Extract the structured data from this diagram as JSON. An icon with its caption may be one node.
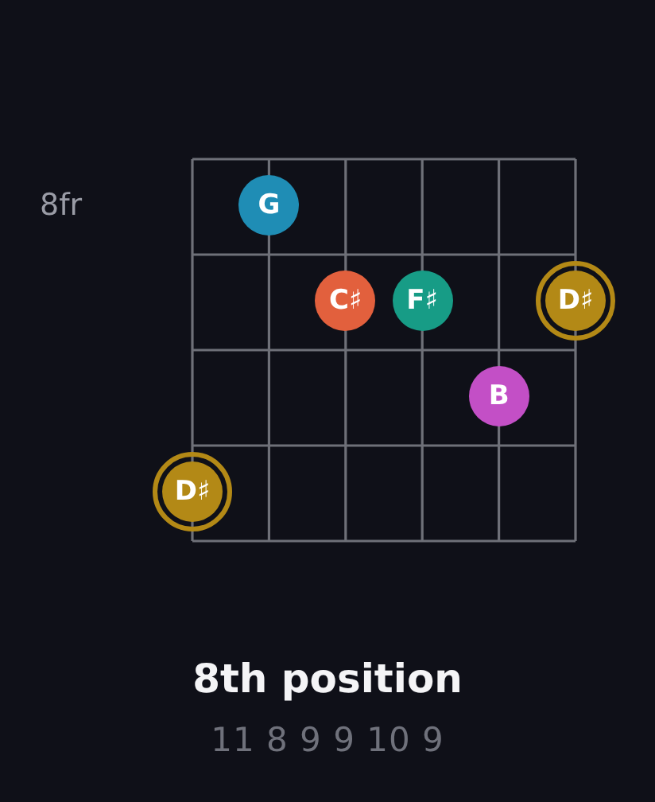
{
  "diagram": {
    "title": "8th position",
    "nodes": [
      {
        "text": [
          "G"
        ]
      },
      {
        "text": [
          "C♯"
        ]
      },
      {
        "text": [
          "F♯"
        ]
      },
      {
        "text": [
          "D♯"
        ]
      },
      {
        "text": [
          "B"
        ]
      },
      {
        "text": [
          "D♯"
        ]
      }
    ],
    "labels": [
      "8fr",
      "11 8 9 9 10 9"
    ]
  }
}
